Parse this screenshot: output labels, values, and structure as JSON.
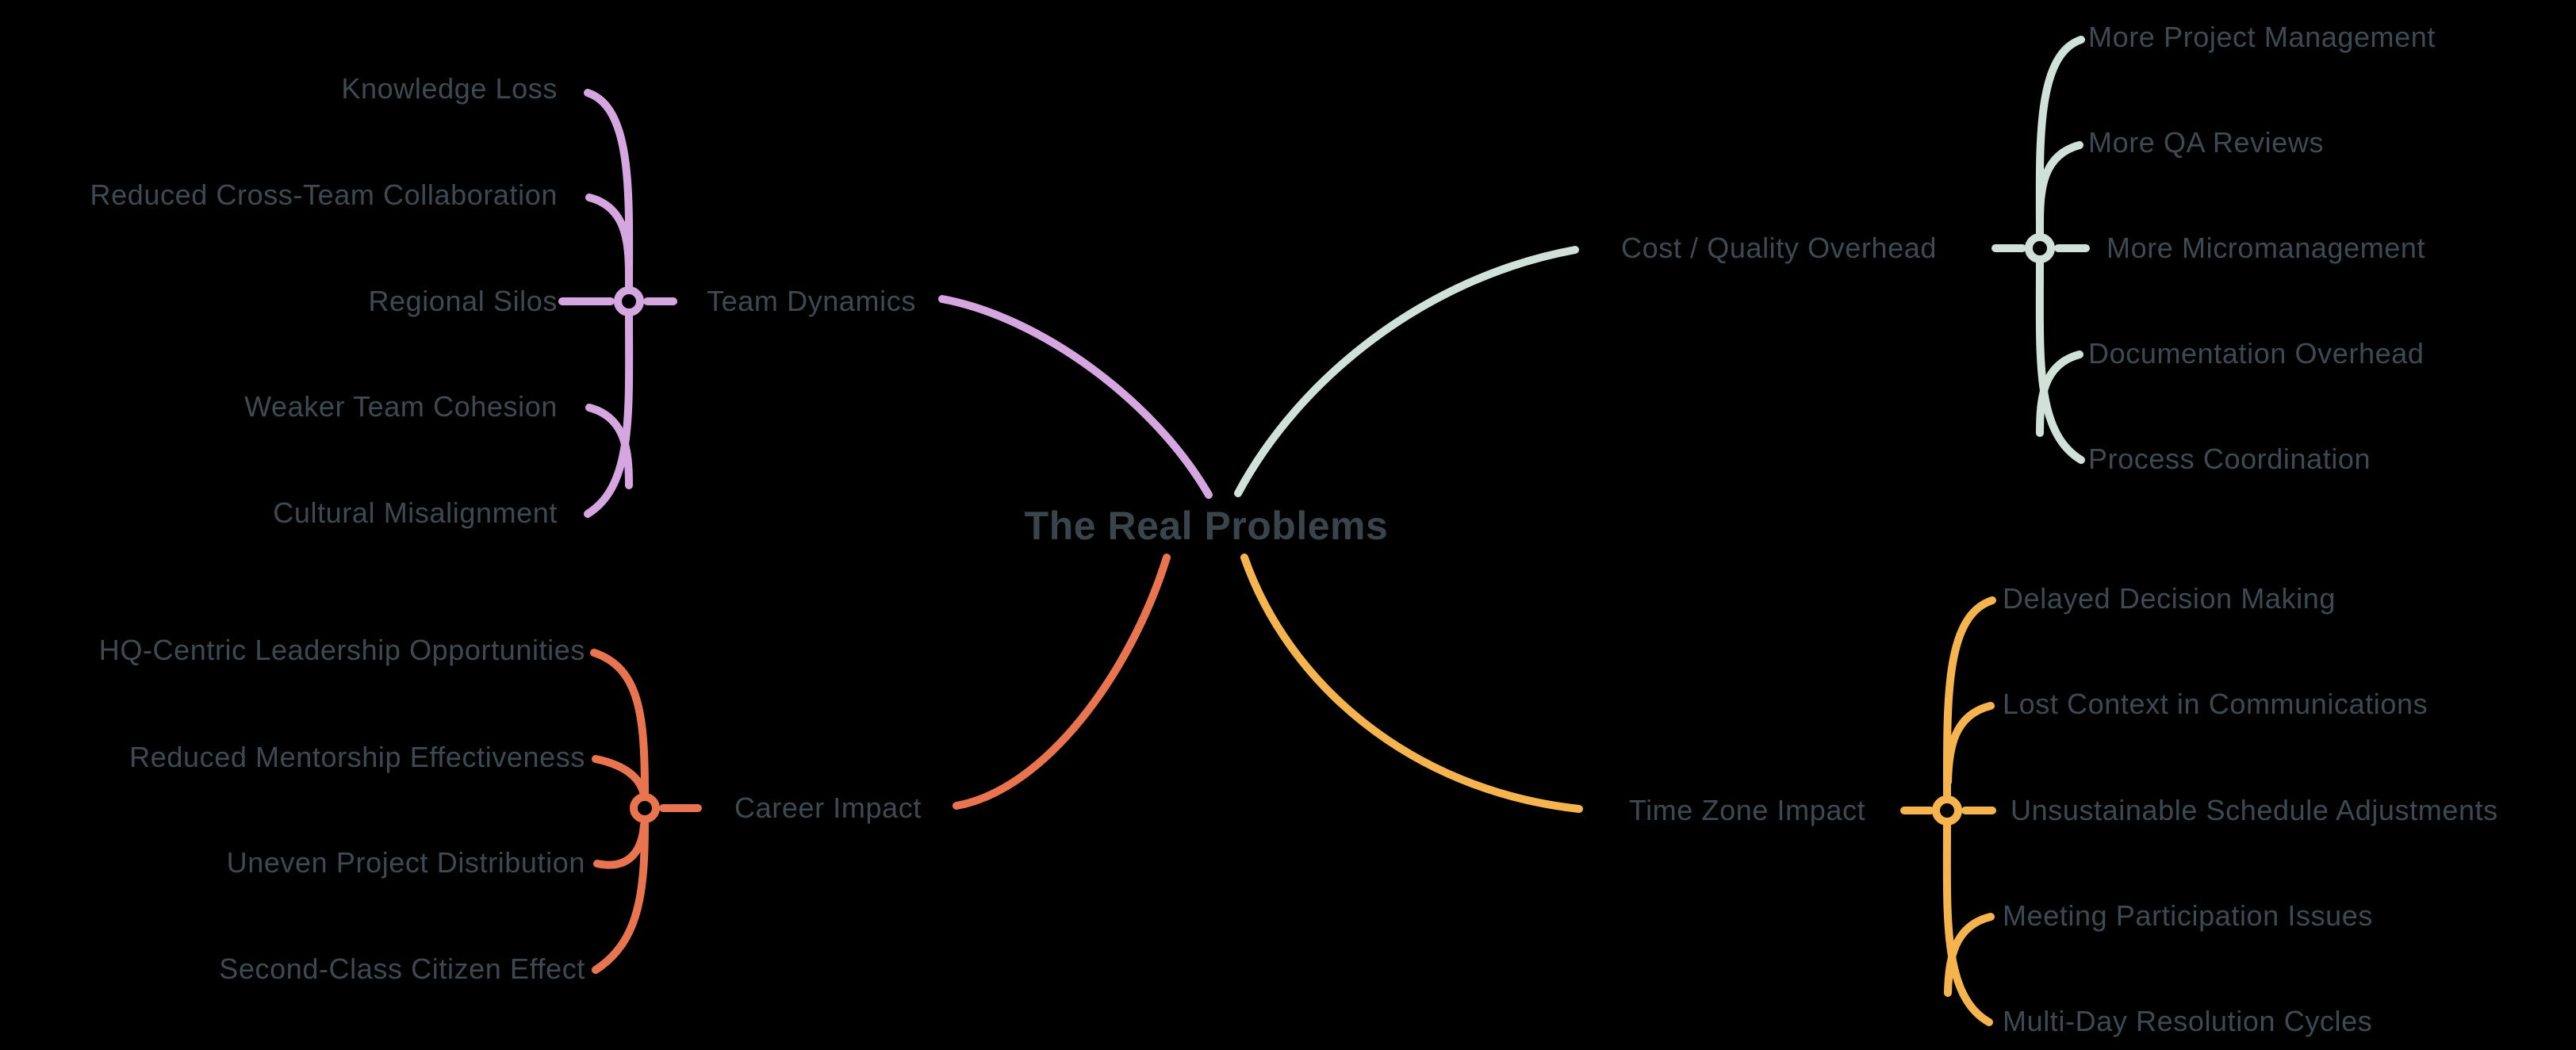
{
  "title": "The Real Problems",
  "colors": {
    "text": "#3E4A52",
    "team_dynamics": "#D6A6E1",
    "cost_quality": "#CFE1D8",
    "career_impact": "#E87450",
    "time_zone": "#F6B44E"
  },
  "branches": [
    {
      "label": "Team Dynamics",
      "color": "#D6A6E1",
      "position": "top-left",
      "children": [
        "Knowledge Loss",
        "Reduced Cross-Team Collaboration",
        "Regional Silos",
        "Weaker Team Cohesion",
        "Cultural Misalignment"
      ]
    },
    {
      "label": "Cost / Quality Overhead",
      "color": "#CFE1D8",
      "position": "top-right",
      "children": [
        "More Project Management",
        "More QA Reviews",
        "More Micromanagement",
        "Documentation Overhead",
        "Process Coordination"
      ]
    },
    {
      "label": "Career Impact",
      "color": "#E87450",
      "position": "bottom-left",
      "children": [
        "HQ-Centric Leadership Opportunities",
        "Reduced Mentorship Effectiveness",
        "Uneven Project Distribution",
        "Second-Class Citizen Effect"
      ]
    },
    {
      "label": "Time Zone Impact",
      "color": "#F6B44E",
      "position": "bottom-right",
      "children": [
        "Delayed Decision Making",
        "Lost Context in Communications",
        "Unsustainable Schedule Adjustments",
        "Meeting Participation Issues",
        "Multi-Day Resolution Cycles"
      ]
    }
  ]
}
